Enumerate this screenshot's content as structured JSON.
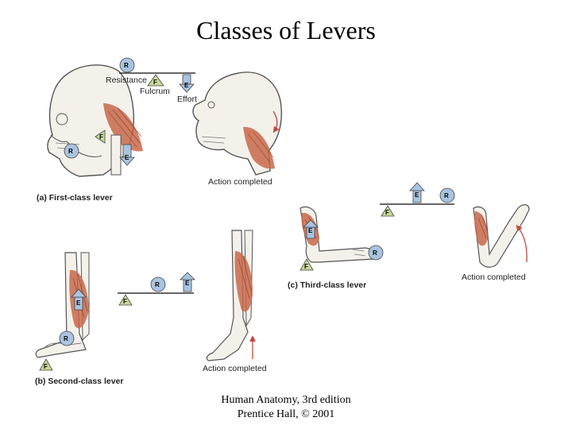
{
  "title": "Classes of Levers",
  "footer": {
    "line1": "Human Anatomy, 3rd edition",
    "line2": "Prentice Hall, © 2001"
  },
  "markers": {
    "resistance": "R",
    "fulcrum": "F",
    "effort": "E"
  },
  "first_class": {
    "caption": "(a) First-class lever",
    "resistance_label": "Resistance",
    "fulcrum_label": "Fulcrum",
    "effort_label": "Effort",
    "action_label": "Action completed"
  },
  "second_class": {
    "caption": "(b) Second-class lever",
    "action_label": "Action completed"
  },
  "third_class": {
    "caption": "(c) Third-class lever",
    "action_label": "Action completed"
  },
  "colors": {
    "muscle": "#c8684a",
    "bone": "#f4f1ea",
    "outline": "#555555",
    "marker_fill": "#a9c4e0",
    "fulcrum_fill": "#c6d99a",
    "arrow_red": "#c4473d"
  }
}
